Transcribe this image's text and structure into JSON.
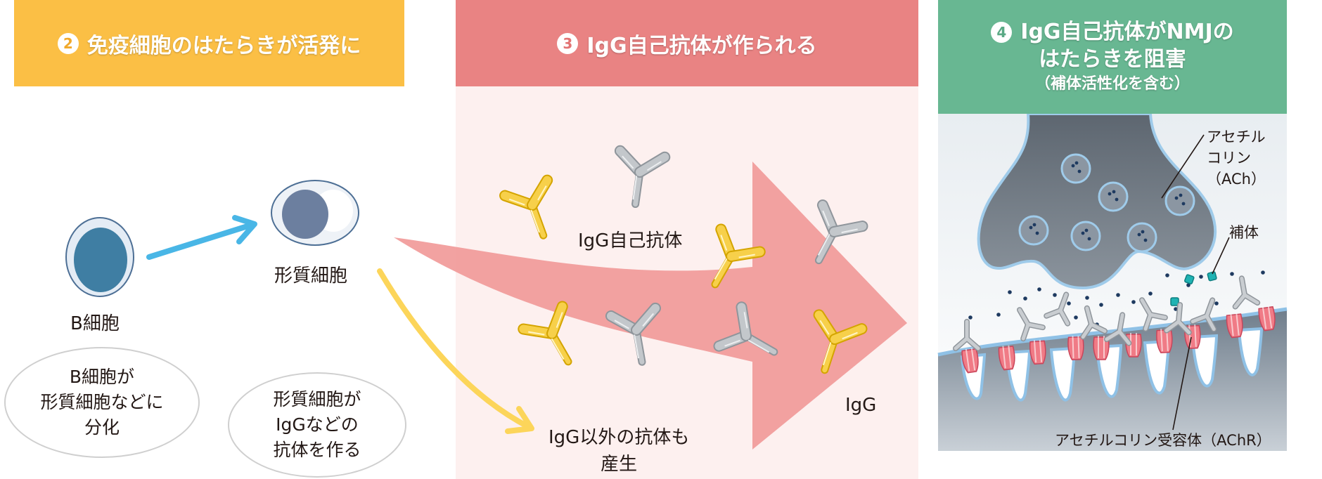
{
  "headers": {
    "step2": {
      "num": "2",
      "title": "免疫細胞のはたらきが活発に"
    },
    "step3": {
      "num": "3",
      "title": "IgG自己抗体が作られる"
    },
    "step4": {
      "num": "4",
      "line1": "IgG自己抗体がNMJの",
      "line2": "はたらきを阻害",
      "line3": "（補体活性化を含む）"
    }
  },
  "cells": {
    "b_cell_label": "B細胞",
    "plasma_cell_label": "形質細胞"
  },
  "bubbles": {
    "differentiation": [
      "B細胞が",
      "形質細胞などに",
      "分化"
    ],
    "production": [
      "形質細胞が",
      "IgGなどの",
      "抗体を作る"
    ]
  },
  "antibodies": {
    "autoantibody_label": "IgG自己抗体",
    "igg_label": "IgG",
    "other_antibodies": [
      "IgG以外の抗体も",
      "産生"
    ]
  },
  "nmj": {
    "ach_label": [
      "アセチル",
      "コリン",
      "（ACh）"
    ],
    "complement_label": "補体",
    "achr_label": "アセチルコリン受容体（AChR）"
  },
  "colors": {
    "step2": "#fbbf45",
    "step3": "#e98383",
    "step4": "#68b792",
    "autoantibody": "#f6c824",
    "igg": "#b5b9bd",
    "b_cell_arrow": "#49b6e6",
    "yellow_arrow": "#fcd55a",
    "receptor": "#ef6b7a"
  }
}
